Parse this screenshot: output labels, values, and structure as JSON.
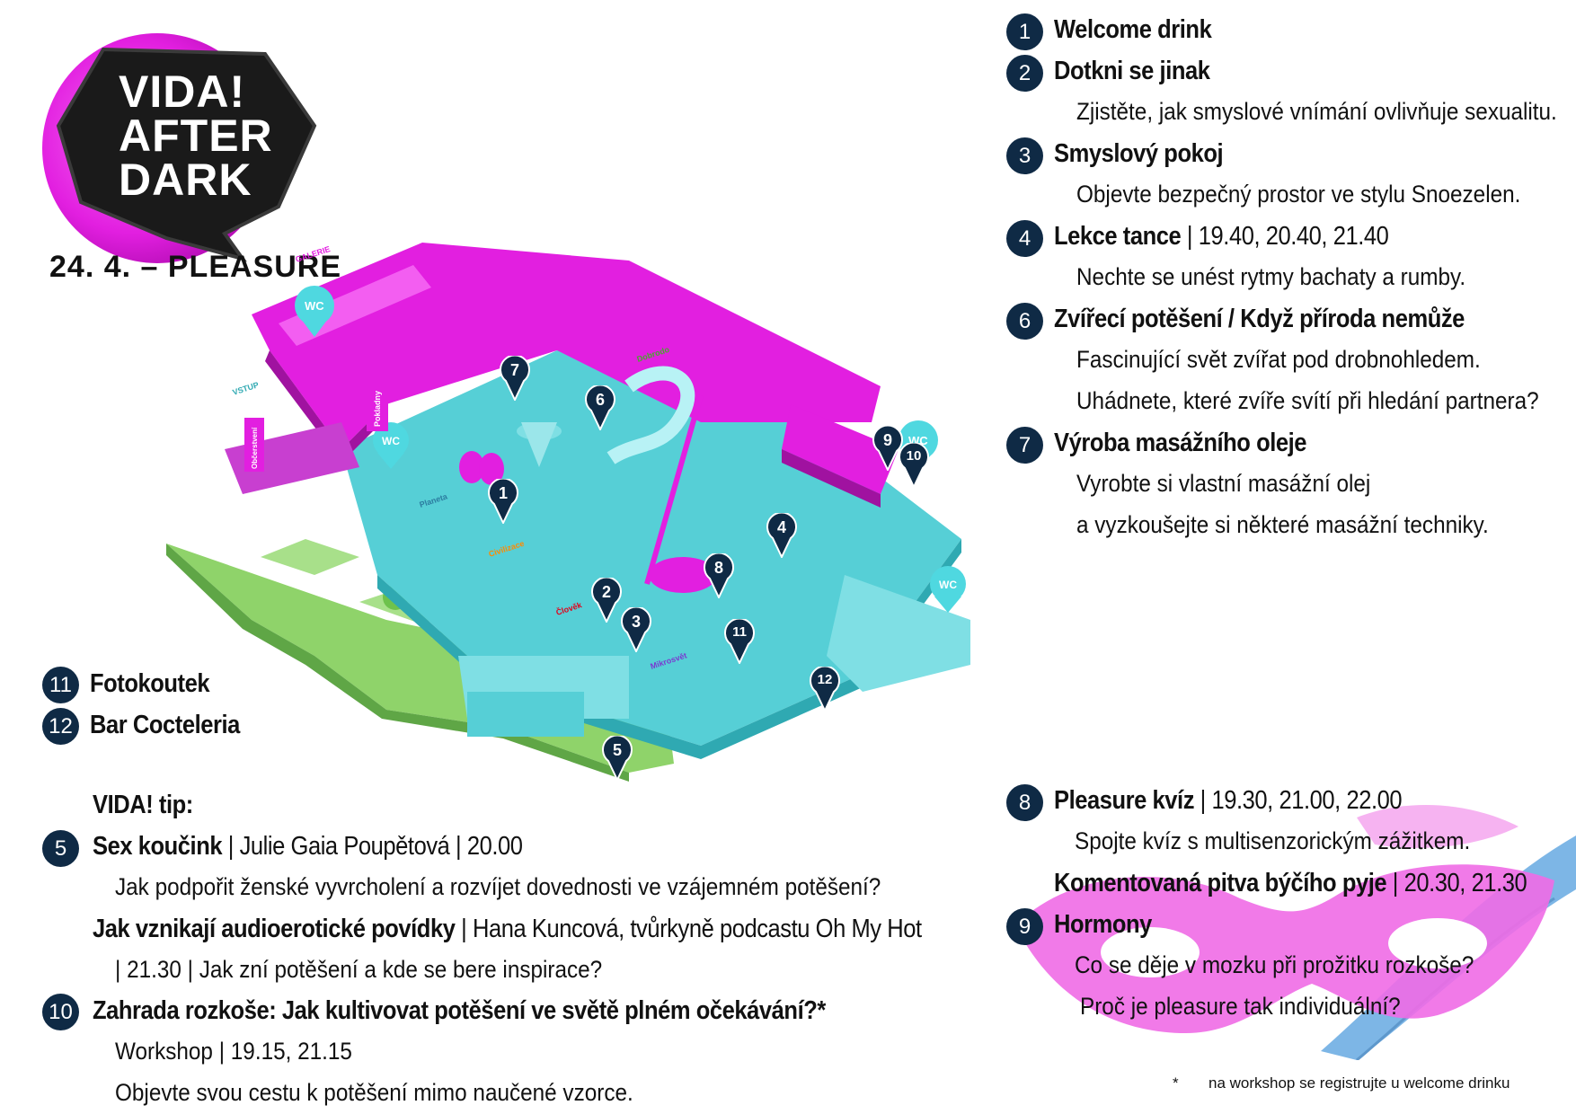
{
  "logo": {
    "line1": "VIDA!",
    "line2": "AFTER",
    "line3": "DARK",
    "date": "24. 4. – PLEASURE"
  },
  "map": {
    "labels": {
      "galerie": "GALERIE",
      "vstup": "VSTUP",
      "wc": "WC",
      "pokladny": "Pokladny",
      "obcerstveni": "Občerstvení",
      "planeta": "Planeta",
      "civilizace": "Civilizace",
      "clovek": "Člověk",
      "mikrosvet": "Mikrosvět",
      "dobrodo": "Dobrodo"
    },
    "pins": [
      "1",
      "2",
      "3",
      "4",
      "5",
      "6",
      "7",
      "8",
      "9",
      "10",
      "11",
      "12"
    ]
  },
  "legend_right": {
    "items": [
      {
        "num": "1",
        "title": "Welcome drink"
      },
      {
        "num": "2",
        "title": "Dotkni se jinak",
        "desc": "Zjistěte, jak smyslové vnímání ovlivňuje sexualitu."
      },
      {
        "num": "3",
        "title": "Smyslový pokoj",
        "desc": "Objevte bezpečný prostor ve stylu Snoezelen."
      },
      {
        "num": "4",
        "title": "Lekce tance",
        "sep": "|",
        "times": "19.40, 20.40, 21.40",
        "desc": "Nechte se unést rytmy bachaty a rumby."
      },
      {
        "num": "6",
        "title": "Zvířecí potěšení / Když příroda nemůže",
        "desc": "Fascinující svět zvířat pod drobnohledem.",
        "desc2": "Uhádnete, které zvíře svítí při hledání partnera?"
      },
      {
        "num": "7",
        "title": "Výroba masážního oleje",
        "desc": "Vyrobte si vlastní masážní olej",
        "desc2": "a vyzkoušejte si některé masážní techniky."
      }
    ]
  },
  "legend_left": {
    "items": [
      {
        "num": "11",
        "title": "Fotokoutek"
      },
      {
        "num": "12",
        "title": "Bar Cocteleria"
      }
    ]
  },
  "tip": {
    "heading": "VIDA! tip:",
    "sex_num": "5",
    "sex_title": "Sex koučink",
    "sex_person": "Julie Gaia Poupětová",
    "sex_time": "20.00",
    "sex_desc": "Jak podpořit ženské vyvrcholení a rozvíjet dovednosti ve vzájemném potěšení?",
    "audio_title": "Jak vznikají audioerotické povídky",
    "audio_person": "Hana Kuncová, tvůrkyně podcastu Oh My Hot",
    "audio_time": "| 21.30",
    "audio_desc": "Jak zní potěšení a kde se bere inspirace?",
    "garden_num": "10",
    "garden_title": "Zahrada rozkoše: Jak kultivovat potěšení ve světě plném očekávání?*",
    "garden_type": "Workshop",
    "garden_time": "19.15, 21.15",
    "garden_desc": "Objevte svou cestu k potěšení mimo naučené vzorce."
  },
  "legend_bottom_right": {
    "quiz_num": "8",
    "quiz_title": "Pleasure kvíz",
    "quiz_time": "19.30, 21.00, 22.00",
    "quiz_desc": "Spojte kvíz s multisenzorickým zážitkem.",
    "pitva_title": "Komentovaná pitva býčího pyje",
    "pitva_time": "20.30, 21.30",
    "horm_num": "9",
    "horm_title": "Hormony",
    "horm_desc": "Co se děje v mozku při prožitku rozkoše?",
    "horm_desc2": "Proč je pleasure tak individuální?"
  },
  "footnote": {
    "star": "*",
    "text": "na workshop se registrujte u welcome drinku"
  },
  "colors": {
    "magenta": "#e21fe0",
    "cyan": "#4fd8e0",
    "floor": "#56cfd6",
    "green": "#8fd36a",
    "navy": "#0f2a45"
  }
}
